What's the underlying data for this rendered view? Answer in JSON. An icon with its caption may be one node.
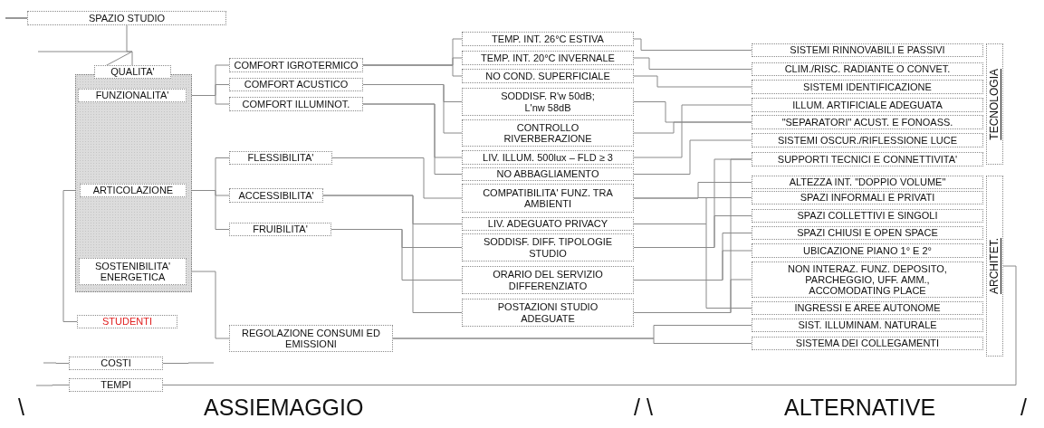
{
  "diagram": {
    "nodes": [
      {
        "text": [
          "SPAZIO STUDIO"
        ]
      },
      {
        "text": [],
        "shape": "box"
      },
      {
        "text": [
          "QUALITA'"
        ]
      },
      {
        "text": [
          "FUNZIONALITA'"
        ],
        "in": 1
      },
      {
        "text": [
          "ARTICOLAZIONE"
        ],
        "in": 1
      },
      {
        "text": [
          "SOSTENIBILITA' ENERGETICA"
        ],
        "in": 1
      },
      {
        "text": [
          "STUDENTI"
        ]
      },
      {
        "text": [
          "COSTI"
        ]
      },
      {
        "text": [
          "TEMPI"
        ]
      },
      {
        "text": [
          "COMFORT IGROTERMICO"
        ]
      },
      {
        "text": [
          "COMFORT ACUSTICO"
        ]
      },
      {
        "text": [
          "COMFORT ILLUMINOT."
        ]
      },
      {
        "text": [
          "FLESSIBILITA'"
        ]
      },
      {
        "text": [
          "ACCESSIBILITA'"
        ]
      },
      {
        "text": [
          "FRUIBILITA'"
        ]
      },
      {
        "text": [
          "REGOLAZIONE CONSUMI ED EMISSIONI"
        ]
      },
      {
        "text": [
          "TEMP. INT.  26°C ESTIVA"
        ]
      },
      {
        "text": [
          "TEMP. INT. 20°C INVERNALE"
        ]
      },
      {
        "text": [
          "NO COND. SUPERFICIALE"
        ]
      },
      {
        "text": [
          "SODDISF. R'w 50dB; L'nw 58dB"
        ]
      },
      {
        "text": [
          "CONTROLLO RIVERBERAZIONE"
        ]
      },
      {
        "text": [
          "LIV. ILLUM. 500lux – FLD ≥ 3"
        ]
      },
      {
        "text": [
          "NO ABBAGLIAMENTO"
        ]
      },
      {
        "text": [
          "COMPATIBILITA' FUNZ. TRA AMBIENTI"
        ]
      },
      {
        "text": [
          "LIV. ADEGUATO PRIVACY"
        ]
      },
      {
        "text": [
          "SODDISF. DIFF. TIPOLOGIE STUDIO"
        ]
      },
      {
        "text": [
          "ORARIO DEL SERVIZIO DIFFERENZIATO"
        ]
      },
      {
        "text": [
          "POSTAZIONI STUDIO ADEGUATE"
        ]
      },
      {
        "text": [
          "SISTEMI RINNOVABILI E PASSIVI"
        ]
      },
      {
        "text": [
          "CLIM./RISC. RADIANTE O CONVET."
        ]
      },
      {
        "text": [
          "SISTEMI IDENTIFICAZIONE"
        ]
      },
      {
        "text": [
          "ILLUM. ARTIFICIALE ADEGUATA"
        ]
      },
      {
        "text": [
          "\"SEPARATORI\" ACUST. E FONOASS."
        ]
      },
      {
        "text": [
          "SISTEMI OSCUR./RIFLESSIONE LUCE"
        ]
      },
      {
        "text": [
          "SUPPORTI TECNICI E CONNETTIVITA'"
        ]
      },
      {
        "text": [
          "ALTEZZA INT. \"DOPPIO VOLUME\""
        ]
      },
      {
        "text": [
          "SPAZI INFORMALI E PRIVATI"
        ]
      },
      {
        "text": [
          "SPAZI COLLETTIVI E SINGOLI"
        ]
      },
      {
        "text": [
          "SPAZI CHIUSI E OPEN SPACE"
        ]
      },
      {
        "text": [
          "UBICAZIONE PIANO 1° E 2°"
        ]
      },
      {
        "text": [
          "NON INTERAZ. FUNZ. DEPOSITO, PARCHEGGIO, UFF. AMM., ACCOMODATING PLACE"
        ]
      },
      {
        "text": [
          "INGRESSI E AREE AUTONOME"
        ]
      },
      {
        "text": [
          "SIST.  ILLUMINAM. NATURALE"
        ]
      },
      {
        "text": [
          "SISTEMA DEI COLLEGAMENTI"
        ]
      },
      {
        "text": [
          "TECNOLOGIA"
        ]
      },
      {
        "text": [
          "ARCHITET."
        ]
      }
    ],
    "edges": [
      {
        "from": 0,
        "to": 2,
        "arrow": "none"
      },
      {
        "from": null,
        "to": 0,
        "arrow": "none",
        "color": "#333333"
      },
      {
        "from": null,
        "to": 2,
        "arrow": "none"
      },
      {
        "from": 3,
        "to": 9,
        "arrow": "none"
      },
      {
        "from": 3,
        "to": 10,
        "arrow": "none"
      },
      {
        "from": 3,
        "to": 11,
        "arrow": "none"
      },
      {
        "from": 4,
        "to": 12,
        "arrow": "none"
      },
      {
        "from": 4,
        "to": 13,
        "arrow": "none"
      },
      {
        "from": 4,
        "to": 14,
        "arrow": "none"
      },
      {
        "from": 5,
        "to": 15,
        "arrow": "none"
      },
      {
        "from": 6,
        "to": 4,
        "arrow": "none"
      },
      {
        "from": null,
        "to": 7,
        "arrow": "none"
      },
      {
        "from": 7,
        "to": null,
        "arrow": "none"
      },
      {
        "from": null,
        "to": 8,
        "arrow": "none"
      },
      {
        "from": 8,
        "to": 45,
        "arrow": "none"
      },
      {
        "from": 9,
        "to": 16,
        "arrow": "none"
      },
      {
        "from": 9,
        "to": 17,
        "arrow": "none"
      },
      {
        "from": 9,
        "to": 18,
        "arrow": "none"
      },
      {
        "from": 10,
        "to": 19,
        "arrow": "none"
      },
      {
        "from": 10,
        "to": 20,
        "arrow": "none"
      },
      {
        "from": 11,
        "to": 21,
        "arrow": "none"
      },
      {
        "from": 11,
        "to": 22,
        "arrow": "none"
      },
      {
        "from": 12,
        "to": 23,
        "arrow": "none"
      },
      {
        "from": 13,
        "to": 24,
        "arrow": "none"
      },
      {
        "from": 13,
        "to": 27,
        "arrow": "none"
      },
      {
        "from": 14,
        "to": 25,
        "arrow": "none"
      },
      {
        "from": 14,
        "to": 26,
        "arrow": "none"
      },
      {
        "from": 15,
        "to": 42,
        "arrow": "none"
      },
      {
        "from": 15,
        "to": 43,
        "arrow": "none"
      },
      {
        "from": 16,
        "to": 28,
        "arrow": "none"
      },
      {
        "from": 17,
        "to": 29,
        "arrow": "none"
      },
      {
        "from": 18,
        "to": 30,
        "arrow": "none"
      },
      {
        "from": 19,
        "to": 32,
        "arrow": "none"
      },
      {
        "from": 20,
        "to": 32,
        "arrow": "none"
      },
      {
        "from": 21,
        "to": 31,
        "arrow": "none"
      },
      {
        "from": 22,
        "to": 33,
        "arrow": "none"
      },
      {
        "from": 23,
        "to": 35,
        "arrow": "none"
      },
      {
        "from": 23,
        "to": 36,
        "arrow": "none"
      },
      {
        "from": 24,
        "to": 36,
        "arrow": "none"
      },
      {
        "from": 24,
        "to": 41,
        "arrow": "none"
      },
      {
        "from": 25,
        "to": 37,
        "arrow": "none"
      },
      {
        "from": 25,
        "to": 34,
        "arrow": "none"
      },
      {
        "from": 26,
        "to": 38,
        "arrow": "none"
      },
      {
        "from": 26,
        "to": 39,
        "arrow": "none"
      },
      {
        "from": 27,
        "to": 34,
        "arrow": "none"
      },
      {
        "from": 27,
        "to": 40,
        "arrow": "none"
      }
    ],
    "labels": [
      "\\",
      "ASSIEMAGGIO",
      "/ \\",
      "ALTERNATIVE",
      "/"
    ]
  }
}
